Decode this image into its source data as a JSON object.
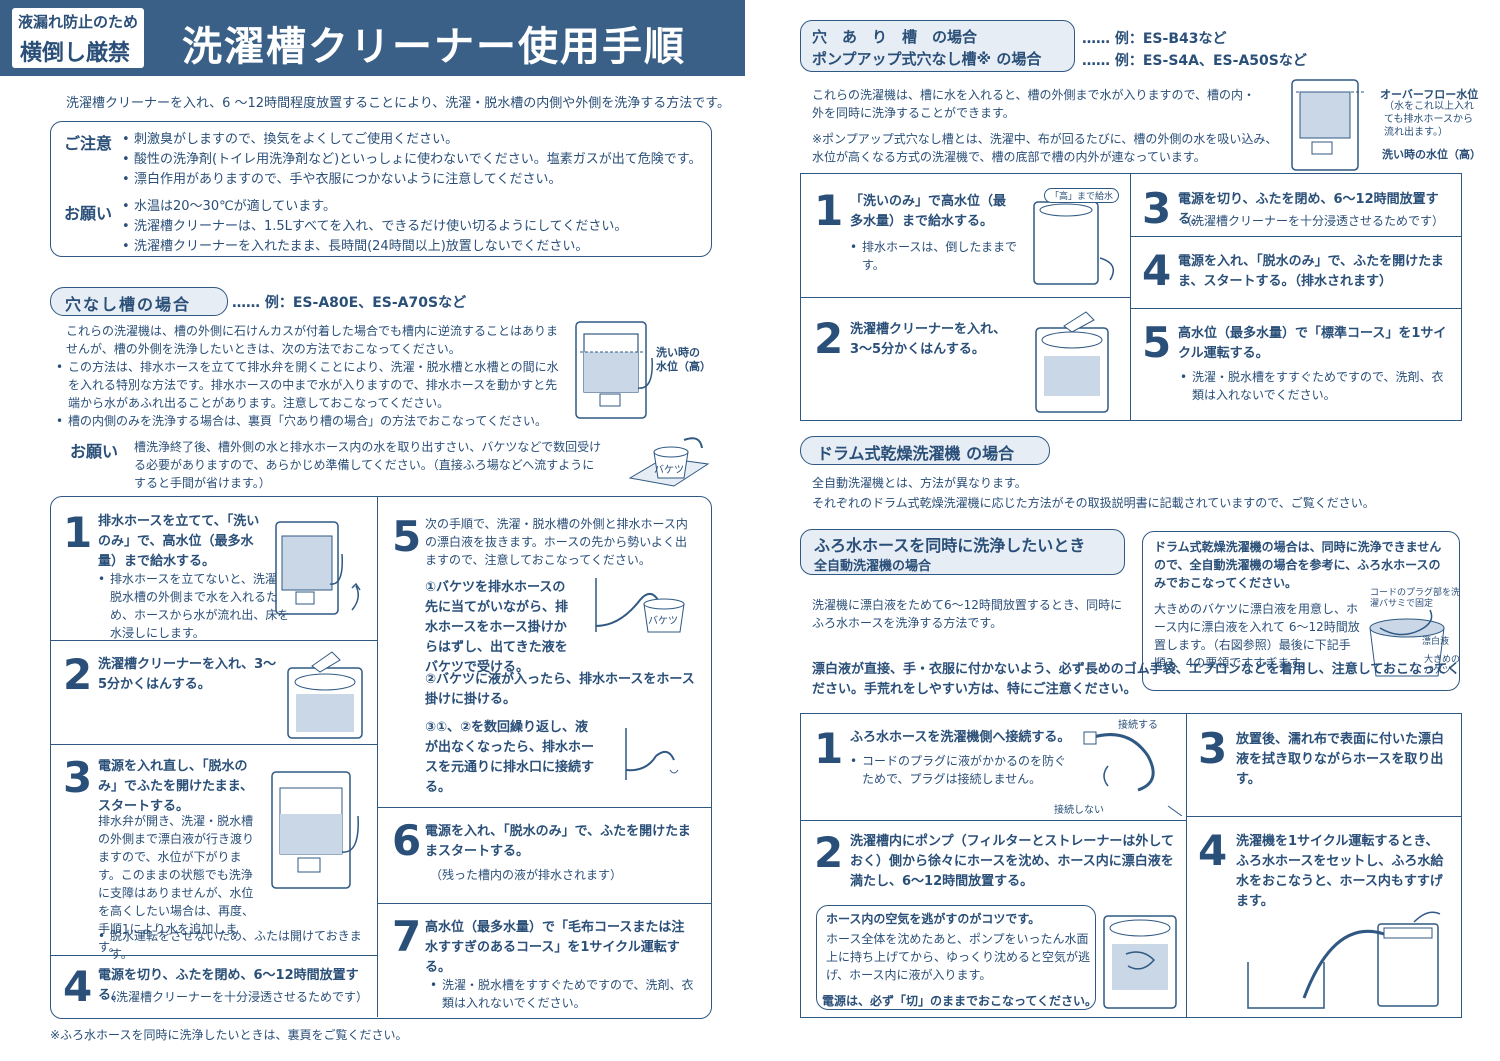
{
  "header": {
    "tag_line1": "液漏れ防止のため",
    "tag_line2": "横倒し厳禁",
    "title": "洗濯槽クリーナー使用手順"
  },
  "intro": "洗濯槽クリーナーを入れ、6 ～12時間程度放置することにより、洗濯・脱水槽の内側や外側を洗浄する方法です。",
  "caution": {
    "label": "ご注意",
    "items": [
      "刺激臭がしますので、換気をよくしてご使用ください。",
      "酸性の洗浄剤(トイレ用洗浄剤など)といっしょに使わないでください。塩素ガスが出て危険です。",
      "漂白作用がありますので、手や衣服につかないように注意してください。"
    ]
  },
  "request": {
    "label": "お願い",
    "items": [
      "水温は20～30℃が適しています。",
      "洗濯槽クリーナーは、1.5Lすべてを入れ、できるだけ使い切るようにしてください。",
      "洗濯槽クリーナーを入れたまま、長時間(24時間以上)放置しないでください。"
    ]
  },
  "nohole": {
    "heading": "穴なし槽の場合",
    "example": "…… 例：ES-A80E、ES-A70Sなど",
    "p1": "これらの洗濯機は、槽の外側に石けんカスが付着した場合でも槽内に逆流することはありませんが、槽の外側を洗浄したいときは、次の方法でおこなってください。",
    "b1": "この方法は、排水ホースを立てて排水弁を開くことにより、洗濯・脱水槽と水槽との間に水を入れる特別な方法です。排水ホースの中まで水が入りますので、排水ホースを動かすと先端から水があふれ出ることがあります。注意しておこなってください。",
    "b2": "槽の内側のみを洗浄する場合は、裏頁「穴あり槽の場合」の方法でおこなってください。",
    "water_label": "洗い時の水位（高）",
    "req_label": "お願い",
    "req_text": "槽洗浄終了後、槽外側の水と排水ホース内の水を取り出すさい、バケツなどで数回受ける必要がありますので、あらかじめ準備してください。（直接ふろ場などへ流すようにすると手間が省けます。）",
    "bucket": "バケツ",
    "s1_title": "排水ホースを立てて、「洗いのみ」で、高水位（最多水量）まで給水する。",
    "s1_note": "排水ホースを立てないと、洗濯・脱水槽の外側まで水を入れるため、ホースから水が流れ出、床を水浸しにします。",
    "s2_title": "洗濯槽クリーナーを入れ、3～5分かくはんする。",
    "s3_title": "電源を入れ直し、「脱水のみ」でふたを開けたまま、スタートする。",
    "s3_body": "排水弁が開き、洗濯・脱水槽の外側まで漂白液が行き渡りますので、水位が下がります。このままの状態でも洗浄に支障はありませんが、水位を高くしたい場合は、再度、手順1により水を追加します。",
    "s3_note": "脱水運転をさせないため、ふたは開けておきます。",
    "s4_title": "電源を切り、ふたを閉め、6～12時間放置する。",
    "s4_sub": "（洗濯槽クリーナーを十分浸透させるためです）",
    "s5_intro": "次の手順で、洗濯・脱水槽の外側と排水ホース内の漂白液を抜きます。ホースの先から勢いよく出ますので、注意しておこなってください。",
    "s5_a": "①バケツを排水ホースの先に当てがいながら、排水ホースをホース掛けからはずし、出てきた液をバケツで受ける。",
    "s5_b": "②バケツに液が入ったら、排水ホースをホース掛けに掛ける。",
    "s5_c": "③①、②を数回繰り返し、液が出なくなったら、排水ホースを元通りに排水口に接続する。",
    "s6_title": "電源を入れ、「脱水のみ」で、ふたを開けたままスタートする。",
    "s6_sub": "（残った槽内の液が排水されます）",
    "s7_title": "高水位（最多水量）で「毛布コースまたは注水すすぎのあるコース」を1サイクル運転する。",
    "s7_note": "洗濯・脱水槽をすすぐためですので、洗剤、衣類は入れないでください。"
  },
  "footnote": "※ふろ水ホースを同時に洗浄したいときは、裏頁をご覧ください。",
  "hole": {
    "heading1": "穴　あ　り　槽　の場合",
    "example1": "…… 例：ES-B43など",
    "heading2": "ポンプアップ式穴なし槽※ の場合",
    "example2": "…… 例：ES-S4A、ES-A50Sなど",
    "p1": "これらの洗濯機は、槽に水を入れると、槽の外側まで水が入りますので、槽の内・外を同時に洗浄することができます。",
    "note": "※ポンプアップ式穴なし槽とは、洗濯中、布が回るたびに、槽の外側の水を吸い込み、水位が高くなる方式の洗濯機で、槽の底部で槽の内外が連なっています。",
    "overflow": "オーバーフロー水位",
    "overflow_note": "（水をこれ以上入れても排水ホースから流れ出ます。）",
    "water_label": "洗い時の水位（高）",
    "feed_label": "「高」まで給水",
    "s1_title": "「洗いのみ」で高水位（最多水量）まで給水する。",
    "s1_note": "排水ホースは、倒したままです。",
    "s2_title": "洗濯槽クリーナーを入れ、3～5分かくはんする。",
    "s3_title": "電源を切り、ふたを閉め、6～12時間放置する。",
    "s3_sub": "（洗濯槽クリーナーを十分浸透させるためです）",
    "s4_title": "電源を入れ、「脱水のみ」で、ふたを開けたまま、スタートする。（排水されます）",
    "s5_title": "高水位（最多水量）で「標準コース」を1サイクル運転する。",
    "s5_note": "洗濯・脱水槽をすすぐためですので、洗剤、衣類は入れないでください。"
  },
  "drum": {
    "heading": "ドラム式乾燥洗濯機 の場合",
    "p1": "全自動洗濯機とは、方法が異なります。",
    "p2": "それぞれのドラム式乾燥洗濯機に応じた方法がその取扱説明書に記載されていますので、ご覧ください。"
  },
  "bath": {
    "heading": "ふろ水ホースを同時に洗浄したいとき",
    "subheading": "全自動洗濯機の場合",
    "p1": "洗濯機に漂白液をためて6～12時間放置するとき、同時にふろ水ホースを洗浄する方法です。",
    "drum_note": "ドラム式乾燥洗濯機の場合は、同時に洗浄できませんので、全自動洗濯機の場合を参考に、ふろ水ホースのみでおこなってください。",
    "drum_body": "大きめのバケツに漂白液を用意し、ホース内に漂白液を入れて 6～12時間放置します。（右図参照）最後に下記手順3、4の要領ですすぎます。",
    "cord_label": "コードのプラグ部を洗濯バサミで固定",
    "bleach_label": "漂白液",
    "bucket_label": "大きめのバケツ",
    "warning": "漂白液が直接、手・衣服に付かないよう、必ず長めのゴム手袋、エプロンなどを着用し、注意しておこなってください。手荒れをしやすい方は、特にご注意ください。",
    "s1_title": "ふろ水ホースを洗濯機側へ接続する。",
    "s1_note": "コードのプラグに液がかかるのを防ぐためで、プラグは接続しません。",
    "connect": "接続する",
    "no_connect": "接続しない",
    "s2_title": "洗濯槽内にポンプ（フィルターとストレーナーは外しておく）側から徐々にホースを沈め、ホース内に漂白液を満たし、6～12時間放置する。",
    "tip_title": "ホース内の空気を逃がすのがコツです。",
    "tip_body": "ホース全体を沈めたあと、ポンプをいったん水面上に持ち上げてから、ゆっくり沈めると空気が逃げ、ホース内に液が入ります。",
    "tip_power": "電源は、必ず「切」のままでおこなってください。",
    "s3_title": "放置後、濡れ布で表面に付いた漂白液を拭き取りながらホースを取り出す。",
    "s4_title": "洗濯機を1サイクル運転するとき、ふろ水ホースをセットし、ふろ水給水をおこなうと、ホース内もすすげます。"
  }
}
